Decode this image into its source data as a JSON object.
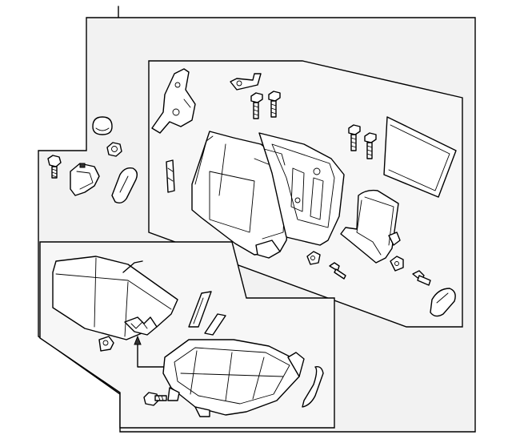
{
  "diagram": {
    "kind": "exploded-parts-diagram",
    "subject": "rear-seat-assembly",
    "groups": [
      {
        "id": "seat-back-group",
        "parts": [
          "hinge-bracket",
          "latch-cover",
          "bolt-pair-top",
          "seat-back-cushion",
          "seat-back-frame",
          "bolt-pair-right",
          "back-panel",
          "armrest",
          "bushing",
          "small-bolt",
          "grommet",
          "clip",
          "trim-cap"
        ]
      },
      {
        "id": "seat-cushion-group",
        "parts": [
          "seat-cushion-pad",
          "wire-clip",
          "seat-cushion-frame",
          "strap-left",
          "hook-right",
          "push-pin",
          "mount-bolt"
        ]
      },
      {
        "id": "loose-parts",
        "parts": [
          "cap",
          "nut",
          "bolt",
          "bracket",
          "handle-cover",
          "spacer"
        ]
      }
    ],
    "icons": [
      "bolt-icon",
      "nut-icon",
      "clip-icon",
      "bushing-icon"
    ],
    "colors": {
      "line": "#000000",
      "background": "#ffffff",
      "panel": "#f2f2f2"
    }
  }
}
